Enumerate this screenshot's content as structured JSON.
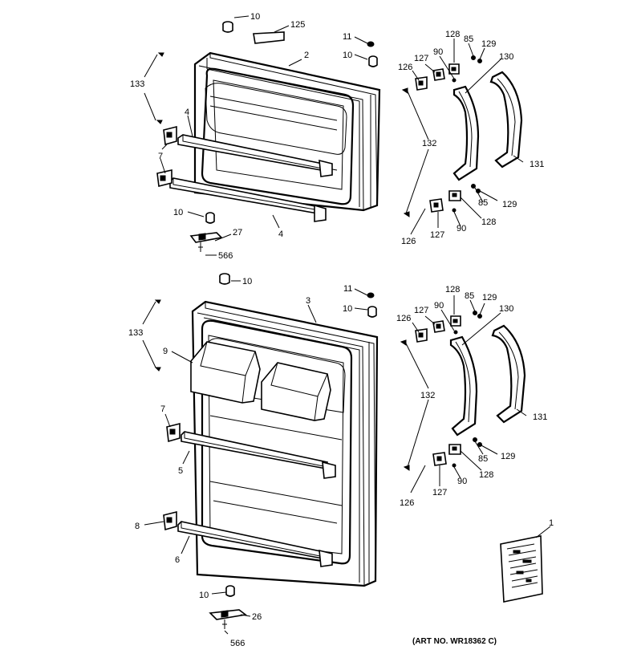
{
  "callouts": {
    "top": {
      "p10a": "10",
      "p125": "125",
      "p11": "11",
      "p10b": "10",
      "p2": "2",
      "p128": "128",
      "p85": "85",
      "p129": "129",
      "p90": "90",
      "p127": "127",
      "p126": "126",
      "p130": "130",
      "p133": "133",
      "p4a": "4",
      "p7": "7",
      "p132": "132",
      "p131": "131",
      "p10c": "10",
      "p4b": "4",
      "p27": "27",
      "p566": "566",
      "p129b": "129",
      "p85b": "85",
      "p128b": "128",
      "p90b": "90",
      "p127b": "127",
      "p126b": "126"
    },
    "bottom": {
      "p10a": "10",
      "p11": "11",
      "p10b": "10",
      "p3": "3",
      "p128": "128",
      "p85": "85",
      "p129": "129",
      "p90": "90",
      "p127": "127",
      "p126": "126",
      "p130": "130",
      "p133": "133",
      "p9": "9",
      "p7": "7",
      "p5": "5",
      "p8": "8",
      "p6": "6",
      "p132": "132",
      "p131": "131",
      "p129b": "129",
      "p85b": "85",
      "p128b": "128",
      "p90b": "90",
      "p127b": "127",
      "p126b": "126",
      "p1": "1",
      "p10c": "10",
      "p26": "26",
      "p566": "566"
    }
  },
  "art_number": "(ART NO. WR18362 C)"
}
